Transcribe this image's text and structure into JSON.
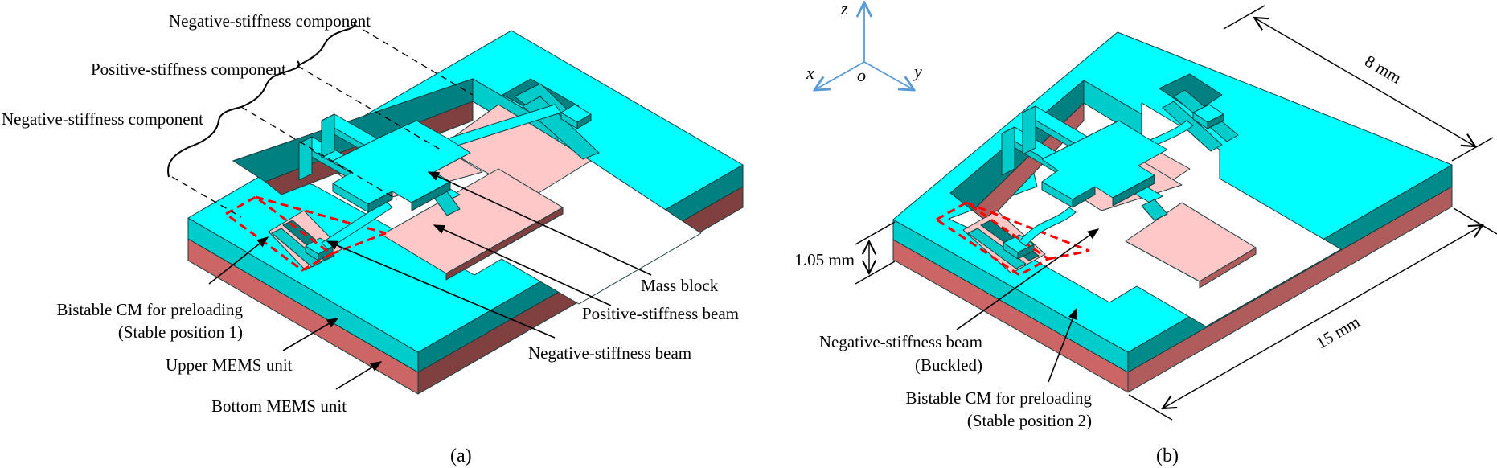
{
  "figure": {
    "panel_a": {
      "caption": "(a)",
      "labels": {
        "neg_component_top": "Negative-stiffness component",
        "pos_component": "Positive-stiffness component",
        "neg_component_left": "Negative-stiffness component",
        "bistable_line1": "Bistable CM for preloading",
        "bistable_line2": "(Stable position 1)",
        "upper_unit": "Upper MEMS unit",
        "bottom_unit": "Bottom MEMS unit",
        "mass_block": "Mass block",
        "pos_beam": "Positive-stiffness beam",
        "neg_beam": "Negative-stiffness beam"
      }
    },
    "panel_b": {
      "caption": "(b)",
      "labels": {
        "neg_beam_line1": "Negative-stiffness beam",
        "neg_beam_line2": "(Buckled)",
        "bistable_line1": "Bistable CM for preloading",
        "bistable_line2": "(Stable position 2)"
      },
      "dimensions": {
        "width": "8 mm",
        "length": "15 mm",
        "thickness": "1.05 mm"
      }
    },
    "axes": {
      "x": "x",
      "y": "y",
      "z": "z",
      "origin": "o"
    },
    "colors": {
      "cyan_top": "#00ffff",
      "cyan_left": "#00cccc",
      "cyan_right": "#008080",
      "pink_floor": "#ffc8c8",
      "pink_left": "#cc6666",
      "pink_right": "#804040",
      "axis_blue": "#5b9bd5",
      "highlight_red": "#ff0000"
    }
  }
}
